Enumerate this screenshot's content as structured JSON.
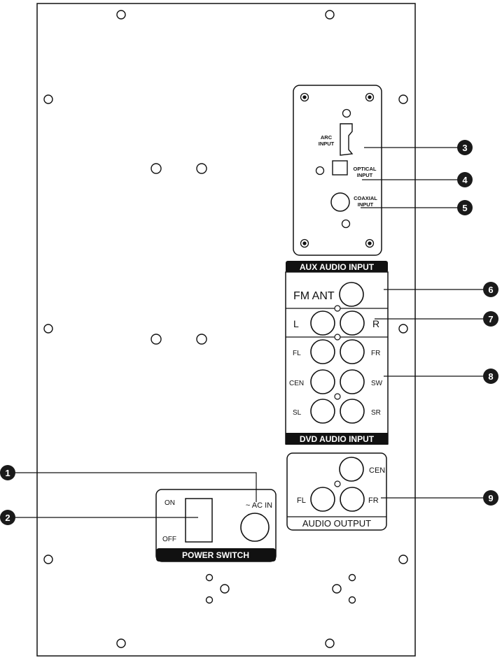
{
  "aux_panel": {
    "arc_label_1": "ARC",
    "arc_label_2": "INPUT",
    "optical_label_1": "OPTICAL",
    "optical_label_2": "INPUT",
    "coaxial_label_1": "COAXIAL",
    "coaxial_label_2": "INPUT",
    "bar_title": "AUX AUDIO INPUT"
  },
  "dvd_panel": {
    "fm_ant": "FM ANT",
    "left": "L",
    "right": "R",
    "fl": "FL",
    "fr": "FR",
    "cen": "CEN",
    "sw": "SW",
    "sl": "SL",
    "sr": "SR",
    "bar_title": "DVD AUDIO INPUT"
  },
  "output_panel": {
    "cen": "CEN",
    "fl": "FL",
    "fr": "FR",
    "bar_title": "AUDIO OUTPUT"
  },
  "power_panel": {
    "on": "ON",
    "off": "OFF",
    "ac_in": "~ AC IN",
    "bar_title": "POWER SWITCH"
  },
  "callouts": [
    "1",
    "2",
    "3",
    "4",
    "5",
    "6",
    "7",
    "8",
    "9"
  ],
  "colors": {
    "line": "#111111",
    "bar_fill": "#111111",
    "callout_fill": "#1a1a1a",
    "background": "#ffffff"
  }
}
